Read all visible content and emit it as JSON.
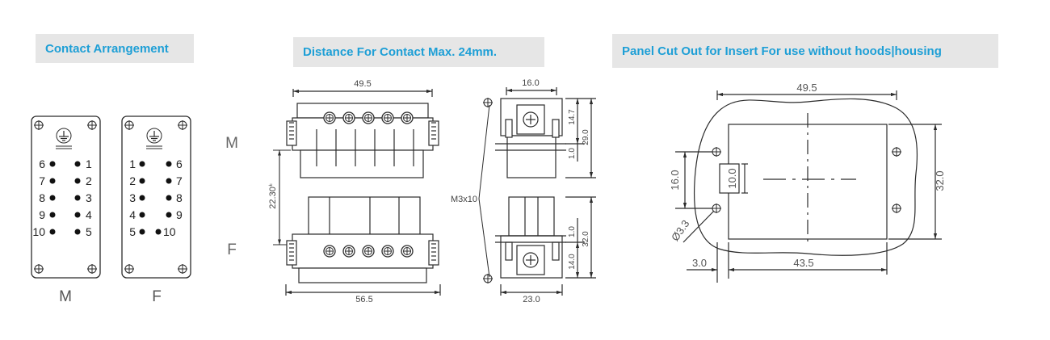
{
  "sections": {
    "contact_arrangement": "Contact Arrangement",
    "distance": "Distance For Contact Max. 24mm.",
    "panel_cutout": "Panel Cut Out for Insert For use without hoods|housing"
  },
  "contact_arrangement": {
    "male": {
      "label": "M",
      "left_column": [
        "6",
        "7",
        "8",
        "9",
        "10"
      ],
      "right_column": [
        "1",
        "2",
        "3",
        "4",
        "5"
      ]
    },
    "female": {
      "label": "F",
      "left_column": [
        "1",
        "2",
        "3",
        "4",
        "5"
      ],
      "right_column": [
        "6",
        "7",
        "8",
        "9",
        "10"
      ]
    }
  },
  "dimensions": {
    "row_label_m": "M",
    "row_label_f": "F",
    "top_width": "49.5",
    "bottom_width": "56.5",
    "mid_height": "22.30",
    "mid_height_mark": "±",
    "side_top_width": "16.0",
    "side_bottom_width": "23.0",
    "side_top_h1": "14.7",
    "side_top_h2": "29.0",
    "side_top_h3": "1.0",
    "side_bottom_h1": "1.0",
    "side_bottom_h2": "32.0",
    "side_bottom_h3": "14.0",
    "screw": "M3x10"
  },
  "panel": {
    "top_width": "49.5",
    "bottom_width": "43.5",
    "left_height": "16.0",
    "slot_height": "10.0",
    "right_height": "32.0",
    "hole_diameter": "Ø3.3",
    "offset": "3.0"
  },
  "colors": {
    "banner_bg": "#e6e6e6",
    "banner_text": "#1e9fd6",
    "line": "#2b2b2b"
  }
}
